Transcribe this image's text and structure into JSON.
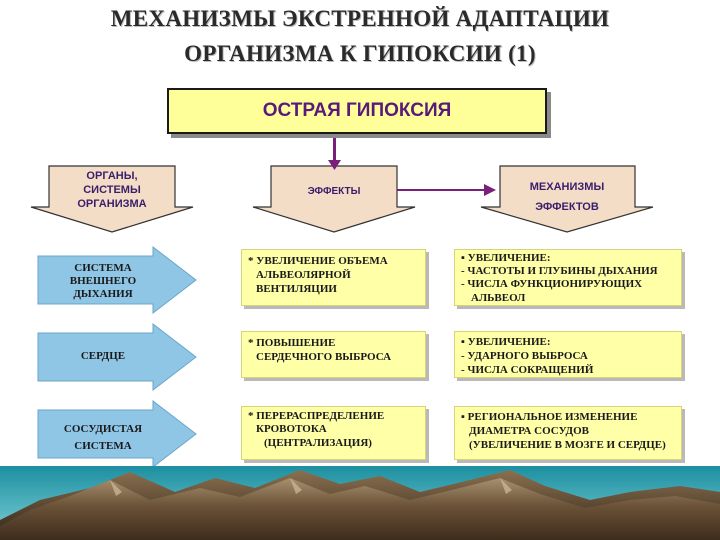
{
  "title": {
    "line1": "МЕХАНИЗМЫ ЭКСТРЕННОЙ АДАПТАЦИИ",
    "line2": "ОРГАНИЗМА К ГИПОКСИИ (1)"
  },
  "main": {
    "label": "ОСТРАЯ ГИПОКСИЯ"
  },
  "headers": {
    "organs": [
      "ОРГАНЫ,",
      "СИСТЕМЫ",
      "ОРГАНИЗМА"
    ],
    "effects": "ЭФФЕКТЫ",
    "mechanisms": [
      "МЕХАНИЗМЫ",
      "ЭФФЕКТОВ"
    ]
  },
  "rows": [
    {
      "organ": [
        "СИСТЕМА",
        "ВНЕШНЕГО",
        "ДЫХАНИЯ"
      ],
      "effect": [
        "* УВЕЛИЧЕНИЕ ОБЪЕМА",
        "АЛЬВЕОЛЯРНОЙ",
        "ВЕНТИЛЯЦИИ"
      ],
      "mechanism": [
        "▪ УВЕЛИЧЕНИЕ:",
        "- ЧАСТОТЫ И ГЛУБИНЫ ДЫХАНИЯ",
        "- ЧИСЛА ФУНКЦИОНИРУЮЩИХ",
        "АЛЬВЕОЛ"
      ]
    },
    {
      "organ": [
        "СЕРДЦЕ"
      ],
      "effect": [
        "* ПОВЫШЕНИЕ",
        "СЕРДЕЧНОГО ВЫБРОСА"
      ],
      "mechanism": [
        "▪ УВЕЛИЧЕНИЕ:",
        "- УДАРНОГО ВЫБРОСА",
        "- ЧИСЛА СОКРАЩЕНИЙ"
      ]
    },
    {
      "organ": [
        "СОСУДИСТАЯ",
        "СИСТЕМА"
      ],
      "effect": [
        "* ПЕРЕРАСПРЕДЕЛЕНИЕ",
        "КРОВОТОКА",
        "(ЦЕНТРАЛИЗАЦИЯ)"
      ],
      "mechanism": [
        "▪ РЕГИОНАЛЬНОЕ ИЗМЕНЕНИЕ",
        "ДИАМЕТРА СОСУДОВ",
        "(УВЕЛИЧЕНИЕ В МОЗГЕ И СЕРДЦЕ)"
      ]
    }
  ],
  "colors": {
    "title": "#2a2a2a",
    "main_fill": "#ffff99",
    "main_text": "#5a1a7a",
    "connector": "#7a1f7a",
    "header_arrow": "#f4ddc6",
    "side_arrow": "#8fc6e6",
    "cell_fill": "#ffffa8"
  }
}
